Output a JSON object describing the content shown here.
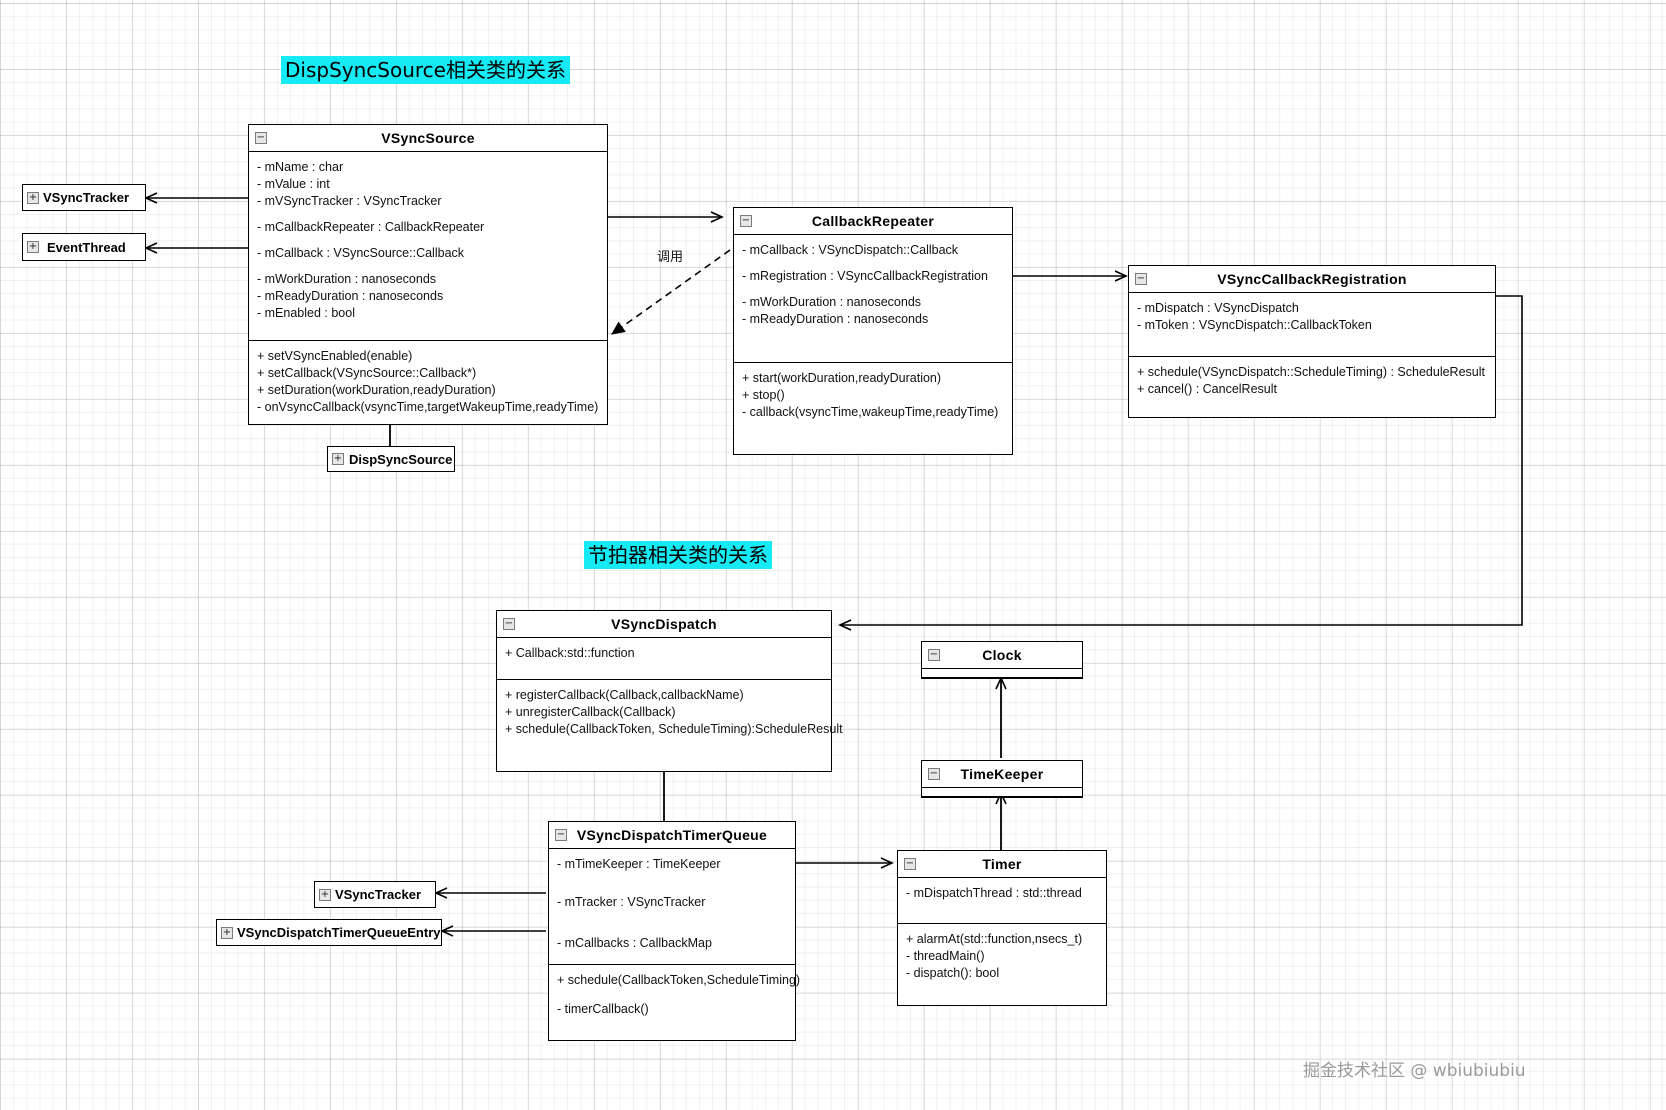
{
  "diagram": {
    "type": "uml-class-diagram",
    "banners": [
      {
        "id": "banner-top",
        "text": "DispSyncSource相关类的关系"
      },
      {
        "id": "banner-bottom",
        "text": "节拍器相关类的关系"
      }
    ],
    "notes": [
      {
        "id": "note-call",
        "text": "调用"
      }
    ],
    "watermark": "掘金技术社区 @ wbiubiubiu",
    "colors": {
      "banner_background": "#16eaf5",
      "box_border": "#000000",
      "box_background": "#ffffff",
      "grid_line": "#e3e3e3",
      "watermark_text": "#9a9a9a"
    },
    "toggle_glyphs": {
      "collapse": "−",
      "expand": "+"
    }
  },
  "classes": {
    "vsyncsource": {
      "name": "VSyncSource",
      "toggle": "−",
      "attributes": [
        "- mName : char",
        "- mValue : int",
        "- mVSyncTracker : VSyncTracker",
        "- mCallbackRepeater : CallbackRepeater",
        "- mCallback : VSyncSource::Callback",
        "- mWorkDuration : nanoseconds",
        "- mReadyDuration : nanoseconds",
        "- mEnabled : bool"
      ],
      "methods": [
        "+ setVSyncEnabled(enable)",
        "+ setCallback(VSyncSource::Callback*)",
        "+ setDuration(workDuration,readyDuration)",
        "- onVsyncCallback(vsyncTime,targetWakeupTime,readyTime)"
      ]
    },
    "callbackrepeater": {
      "name": "CallbackRepeater",
      "toggle": "−",
      "attributes": [
        "- mCallback : VSyncDispatch::Callback",
        "- mRegistration : VSyncCallbackRegistration",
        "- mWorkDuration : nanoseconds",
        "- mReadyDuration : nanoseconds"
      ],
      "methods": [
        "+ start(workDuration,readyDuration)",
        "+ stop()",
        "- callback(vsyncTime,wakeupTime,readyTime)"
      ]
    },
    "vsynccallbackregistration": {
      "name": "VSyncCallbackRegistration",
      "toggle": "−",
      "attributes": [
        "- mDispatch : VSyncDispatch",
        "- mToken : VSyncDispatch::CallbackToken"
      ],
      "methods": [
        "+ schedule(VSyncDispatch::ScheduleTiming) :  ScheduleResult",
        "+ cancel() : CancelResult"
      ]
    },
    "vsyncdispatch": {
      "name": "VSyncDispatch",
      "toggle": "−",
      "attributes": [
        "+ Callback:std::function"
      ],
      "methods": [
        "+ registerCallback(Callback,callbackName)",
        "+ unregisterCallback(Callback)",
        "+ schedule(CallbackToken, ScheduleTiming):ScheduleResult"
      ]
    },
    "vsyncdispatchtimerqueue": {
      "name": "VSyncDispatchTimerQueue",
      "toggle": "−",
      "attributes": [
        "- mTimeKeeper : TimeKeeper",
        "- mTracker : VSyncTracker",
        "- mCallbacks : CallbackMap"
      ],
      "methods": [
        "+ schedule(CallbackToken,ScheduleTiming)",
        "- timerCallback()"
      ]
    },
    "timer": {
      "name": "Timer",
      "toggle": "−",
      "attributes": [
        "-  mDispatchThread : std::thread"
      ],
      "methods": [
        "+ alarmAt(std::function,nsecs_t)",
        "- threadMain()",
        "- dispatch(): bool"
      ]
    },
    "clock": {
      "name": "Clock",
      "toggle": "−"
    },
    "timekeeper": {
      "name": "TimeKeeper",
      "toggle": "−"
    }
  },
  "collapsed_classes": [
    {
      "id": "vsynctracker-top",
      "name": "VSyncTracker",
      "toggle": "+"
    },
    {
      "id": "eventthread",
      "name": "EventThread",
      "toggle": "+"
    },
    {
      "id": "dispsyncsource",
      "name": "DispSyncSource",
      "toggle": "+"
    },
    {
      "id": "vsynctracker-bottom",
      "name": "VSyncTracker",
      "toggle": "+"
    },
    {
      "id": "vsyncdispatchtimerqueueentry",
      "name": "VSyncDispatchTimerQueueEntry",
      "toggle": "+"
    }
  ]
}
